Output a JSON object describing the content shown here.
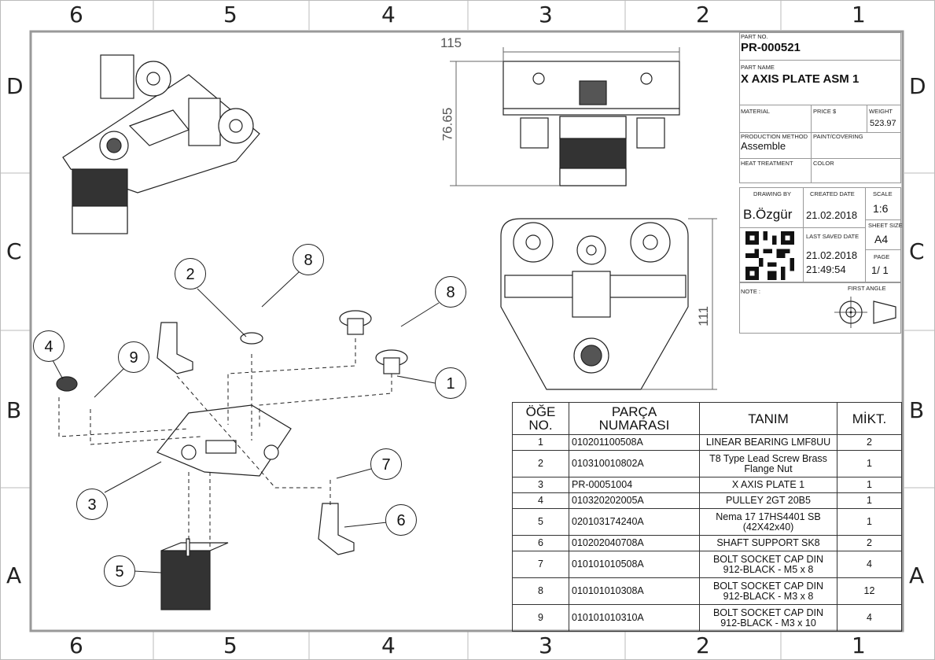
{
  "zones": {
    "columns": [
      "6",
      "5",
      "4",
      "3",
      "2",
      "1"
    ],
    "rows": [
      "D",
      "C",
      "B",
      "A"
    ]
  },
  "title_block": {
    "part_no_label": "PART NO.",
    "part_no": "PR-000521",
    "part_name_label": "PART NAME",
    "part_name": "X AXIS PLATE ASM 1",
    "material_label": "MATERIAL",
    "price_label": "PRICE $",
    "weight_label": "WEIGHT",
    "weight": "523.97",
    "production_label": "PRODUCTION METHOD",
    "production": "Assemble",
    "paint_label": "PAINT/COVERING",
    "heat_label": "HEAT TREATMENT",
    "color_label": "COLOR",
    "drawn_by_label": "DRAWING BY",
    "drawn_by": "B.Özgür",
    "created_label": "CREATED DATE",
    "created": "21.02.2018",
    "scale_label": "SCALE",
    "scale": "1:6",
    "last_saved_label": "LAST SAVED DATE",
    "last_saved_date": "21.02.2018",
    "last_saved_time": "21:49:54",
    "sheet_size_label": "SHEET SIZE",
    "sheet_size": "A4",
    "page_label": "PAGE",
    "page": "1/ 1",
    "note_label": "NOTE :",
    "projection_label": "FIRST ANGLE"
  },
  "dimensions": {
    "width": "115",
    "height_front": "76.65",
    "height_top": "111"
  },
  "balloons": [
    "1",
    "2",
    "3",
    "4",
    "5",
    "6",
    "7",
    "8",
    "8",
    "9"
  ],
  "bom": {
    "headers": {
      "item": [
        "ÖĞE",
        "NO."
      ],
      "part": [
        "PARÇA",
        "NUMARASI"
      ],
      "desc": "TANIM",
      "qty": "MİKT."
    },
    "rows": [
      {
        "no": "1",
        "part": "010201100508A",
        "desc": [
          "LINEAR BEARING LMF8UU"
        ],
        "qty": "2"
      },
      {
        "no": "2",
        "part": "010310010802A",
        "desc": [
          "T8 Type Lead Screw Brass",
          "Flange Nut"
        ],
        "qty": "1"
      },
      {
        "no": "3",
        "part": "PR-00051004",
        "desc": [
          "X AXIS PLATE 1"
        ],
        "qty": "1"
      },
      {
        "no": "4",
        "part": "010320202005A",
        "desc": [
          "PULLEY 2GT 20B5"
        ],
        "qty": "1"
      },
      {
        "no": "5",
        "part": "020103174240A",
        "desc": [
          "Nema 17 17HS4401 SB",
          "(42X42x40)"
        ],
        "qty": "1"
      },
      {
        "no": "6",
        "part": "010202040708A",
        "desc": [
          "SHAFT SUPPORT SK8"
        ],
        "qty": "2"
      },
      {
        "no": "7",
        "part": "010101010508A",
        "desc": [
          "BOLT SOCKET CAP DIN",
          "912-BLACK - M5 x 8"
        ],
        "qty": "4"
      },
      {
        "no": "8",
        "part": "010101010308A",
        "desc": [
          "BOLT SOCKET CAP DIN",
          "912-BLACK - M3 x 8"
        ],
        "qty": "12"
      },
      {
        "no": "9",
        "part": "010101010310A",
        "desc": [
          "BOLT SOCKET CAP DIN",
          "912-BLACK - M3 x 10"
        ],
        "qty": "4"
      }
    ]
  },
  "icons": [
    "qr-code-icon",
    "first-angle-projection-icon"
  ]
}
